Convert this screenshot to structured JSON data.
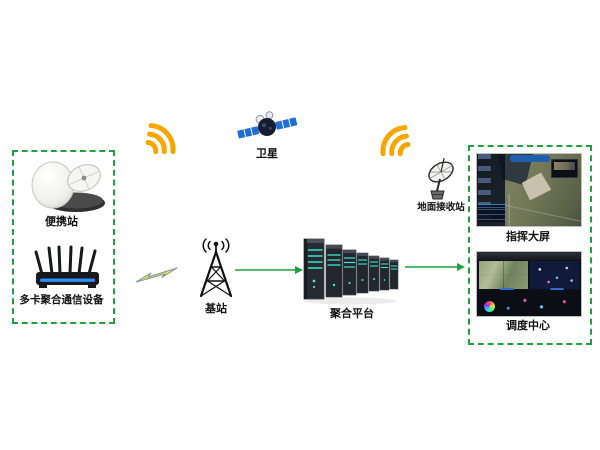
{
  "diagram": {
    "nodes": {
      "portable_station": {
        "label": "便携站"
      },
      "aggregation_device": {
        "label": "多卡聚合通信设备"
      },
      "satellite": {
        "label": "卫星"
      },
      "base_station": {
        "label": "基站"
      },
      "aggregation_platform": {
        "label": "聚合平台"
      },
      "ground_station": {
        "label": "地面接收站"
      },
      "command_screen": {
        "label": "指挥大屏"
      },
      "dispatch_center": {
        "label": "调度中心"
      }
    },
    "colors": {
      "dashed_box_green": "#1CA23F",
      "arrow_green": "#1CA23F",
      "signal_orange": "#F7A600",
      "satellite_panel_blue": "#1E6FD8",
      "lightning_yellow": "#EDE43C",
      "server_light_teal": "#3FE3CF",
      "router_led_blue": "#2F8CFF"
    }
  }
}
